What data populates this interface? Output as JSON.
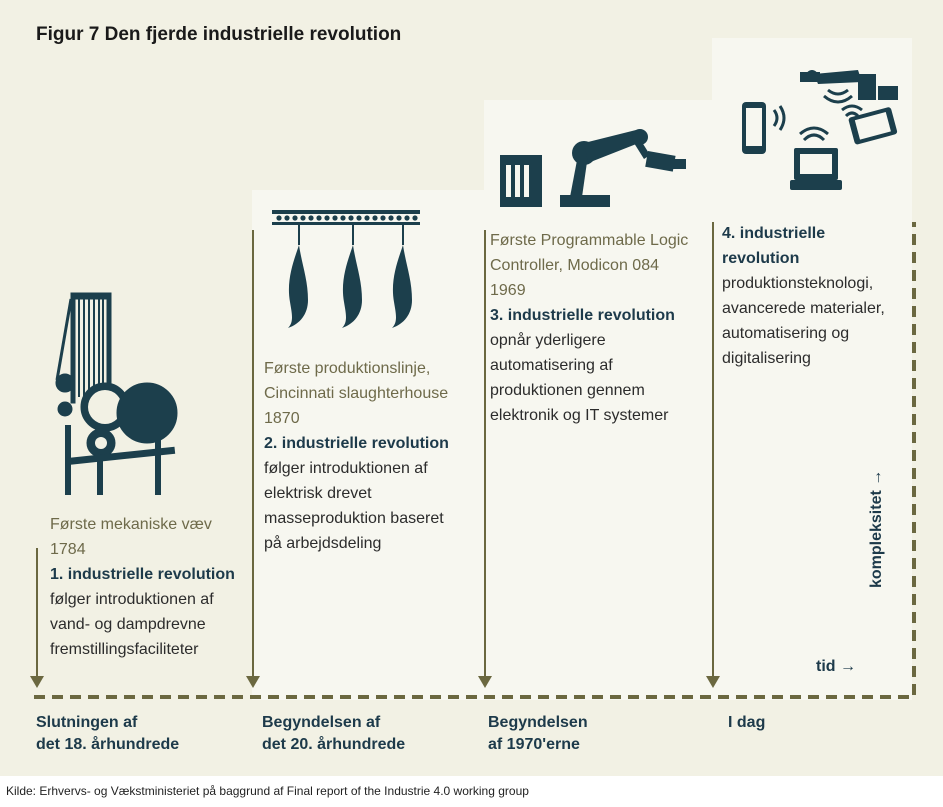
{
  "title": "Figur 7 Den fjerde industrielle revolution",
  "source": "Kilde: Erhvervs- og Vækstministeriet på baggrund af Final report of the Industrie 4.0 working group",
  "axis": {
    "x_label": "tid →",
    "y_label": "kompleksitet →"
  },
  "stages": [
    {
      "invention": [
        "Første mekaniske væv",
        "1784"
      ],
      "heading": "1. industrielle revolution",
      "description": [
        "følger introduktionen af",
        "vand- og dampdrevne",
        "fremstillingsfaciliteter"
      ],
      "era": [
        "Slutningen af",
        "det 18. århundrede"
      ]
    },
    {
      "invention": [
        "Første produktionslinje,",
        "Cincinnati slaughterhouse",
        "1870"
      ],
      "heading": "2. industrielle revolution",
      "description": [
        "følger introduktionen af",
        "elektrisk drevet",
        "masseproduktion baseret",
        "på arbejdsdeling"
      ],
      "era": [
        "Begyndelsen af",
        "det 20. århundrede"
      ]
    },
    {
      "invention": [
        "Første Programmable Logic",
        "Controller, Modicon 084",
        "1969"
      ],
      "heading": "3. industrielle revolution",
      "description": [
        "opnår yderligere",
        "automatisering af",
        "produktionen gennem",
        "elektronik og IT systemer"
      ],
      "era": [
        "Begyndelsen",
        "af 1970'erne"
      ]
    },
    {
      "invention": [],
      "heading_lines": [
        "4. industrielle",
        "revolution"
      ],
      "description": [
        "produktionsteknologi,",
        "avancerede materialer,",
        "automatisering og",
        "digitalisering"
      ],
      "era": [
        "I dag"
      ]
    }
  ],
  "colors": {
    "icon": "#1c3f4c",
    "line": "#6b6840",
    "panel": "#f2f1e4",
    "text_heading": "#1d3a4a"
  }
}
